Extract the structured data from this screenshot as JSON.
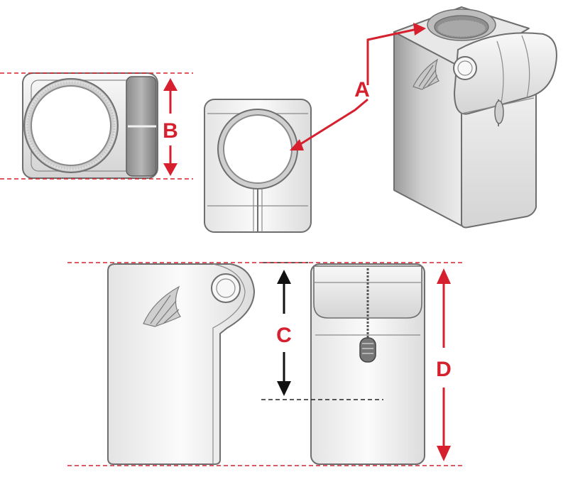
{
  "labels": {
    "a": "A",
    "b": "B",
    "c": "C",
    "d": "D"
  },
  "colors": {
    "dimension_red": "#d6202e",
    "body_light": "#f2f2f2",
    "body_mid": "#d9d9d9",
    "body_dark": "#8d8d8d",
    "outline": "#6e6e6e"
  },
  "icons": {
    "logo": "wing-logo-icon"
  }
}
